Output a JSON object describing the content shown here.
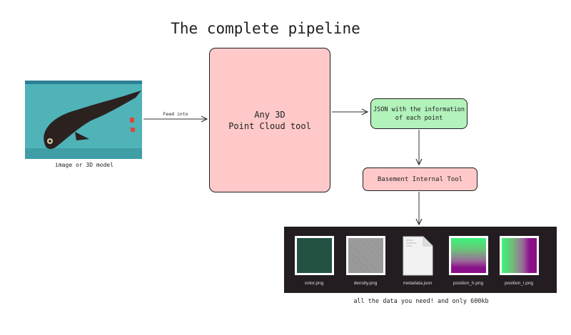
{
  "title": "The complete pipeline",
  "source": {
    "caption": "image or 3D model",
    "arrow_label": "Feed into"
  },
  "tool_box": {
    "line1": "Any 3D",
    "line2": "Point Cloud tool"
  },
  "json_box": {
    "line1": "JSON with the information",
    "line2": "of each point"
  },
  "internal_box": {
    "label": "Basement Internal Tool"
  },
  "files": [
    {
      "name": "color.png"
    },
    {
      "name": "density.png"
    },
    {
      "name": "metadata.json"
    },
    {
      "name": "position_h.png"
    },
    {
      "name": "position_l.png"
    }
  ],
  "footer": "all the data you need! and only 600kb",
  "colors": {
    "pink": "#ffc9c9",
    "green": "#b2f2bb",
    "panel": "#231d21"
  }
}
